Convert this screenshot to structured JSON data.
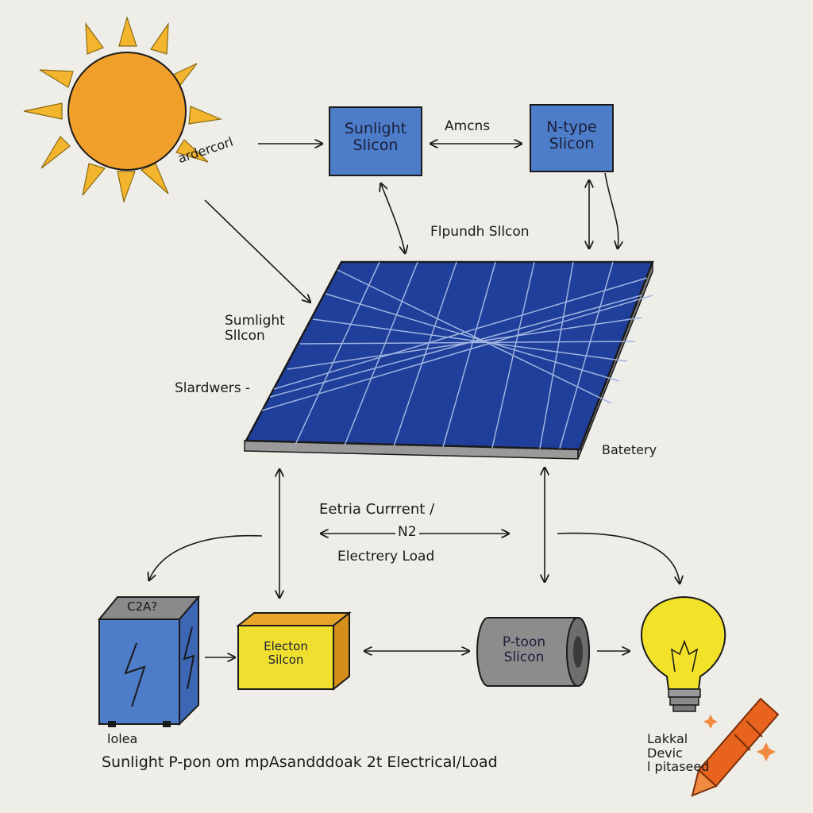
{
  "colors": {
    "paper": "#eeede8",
    "sun": "#f0a02a",
    "ray": "#f3b52e",
    "blue_box": "#4d7cc8",
    "panel": "#1f3f9a",
    "yellow": "#f0df2e",
    "orange_box": "#e8a32a",
    "gray": "#8c8c8c",
    "bulb": "#f2e22a",
    "ink": "#1a1a1a",
    "crayon": "#e8641e"
  },
  "icons": [
    "sun-icon",
    "solar-panel-icon",
    "battery-icon",
    "lightbulb-icon",
    "crayon-icon",
    "lightning-icon"
  ],
  "labels": {
    "box_top_left": [
      "Sunlight",
      "Slicon"
    ],
    "box_top_right": [
      "N-type",
      "Slicon"
    ],
    "top_arrow": "Amcns",
    "sun_label": "ardercorl",
    "mid_top": "Flpundh Sllcon",
    "panel_left_1": [
      "Sumlight",
      "Sllcon"
    ],
    "panel_left_2": "Slardwers -",
    "panel_right": "Batetery",
    "current_top": "Eetria Currrent /",
    "current_mid": "N2",
    "current_bottom": "Electrery Load",
    "battery_top": "C2A?",
    "battery_bottom": "lolea",
    "yellow_box": [
      "Electon",
      "Silcon"
    ],
    "gray_cyl": [
      "P-toon",
      "Slicon"
    ],
    "bulb_label": [
      "Lakkal",
      "Devic",
      "l pitaseed"
    ],
    "bottom_caption": "Sunlight P-pon  om mpAsandddoak 2t  Electrical/Load"
  }
}
